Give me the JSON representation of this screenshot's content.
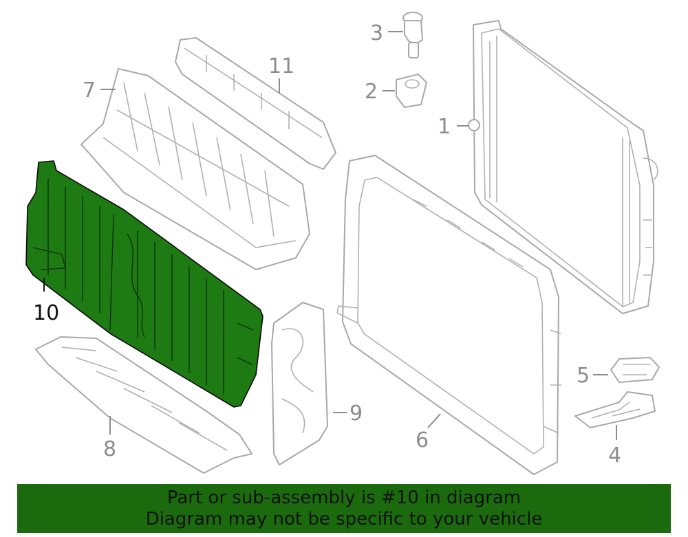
{
  "diagram": {
    "callouts": [
      {
        "id": "1",
        "label": "1"
      },
      {
        "id": "2",
        "label": "2"
      },
      {
        "id": "3",
        "label": "3"
      },
      {
        "id": "4",
        "label": "4"
      },
      {
        "id": "5",
        "label": "5"
      },
      {
        "id": "6",
        "label": "6"
      },
      {
        "id": "7",
        "label": "7"
      },
      {
        "id": "8",
        "label": "8"
      },
      {
        "id": "9",
        "label": "9"
      },
      {
        "id": "10",
        "label": "10"
      },
      {
        "id": "11",
        "label": "11"
      }
    ],
    "highlighted_part": "10",
    "highlight_color": "#1e7a12",
    "banner_color": "#1b6b0e"
  },
  "banner": {
    "line1": "Part or sub-assembly is #10 in diagram",
    "line2": "Diagram may not be specific to your vehicle"
  }
}
